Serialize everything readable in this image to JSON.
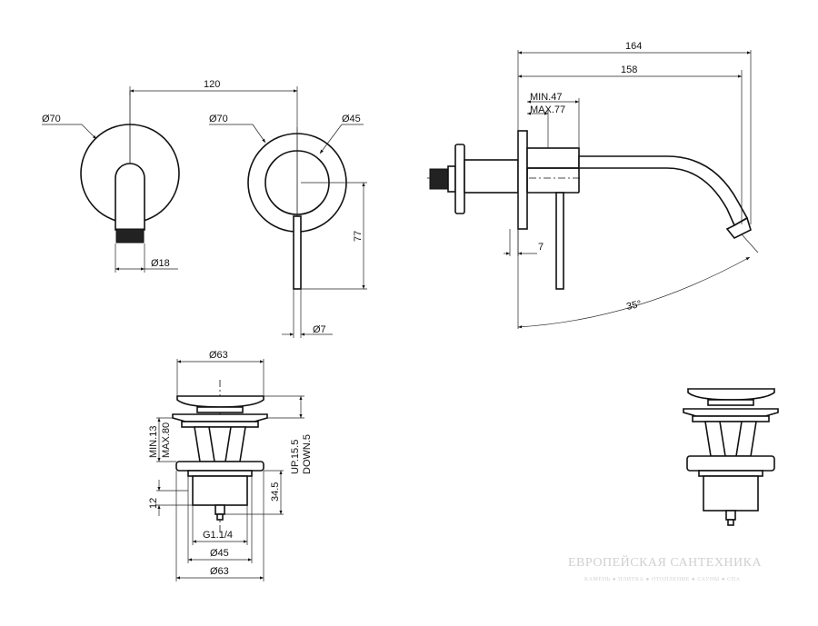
{
  "labels": {
    "width_120": "120",
    "dia70_left": "Ø70",
    "dia18": "Ø18",
    "dia70_mid": "Ø70",
    "dia45_mid": "Ø45",
    "height_77": "77",
    "dia7": "Ø7",
    "len164": "164",
    "len158": "158",
    "min47": "MIN.47",
    "max77": "MAX.77",
    "dim7_side": "7",
    "angle35": "35°",
    "dia63_top": "Ø63",
    "min13": "MIN.13",
    "max80": "MAX.80",
    "up15": "UP.15.5",
    "down5": "DOWN.5",
    "h34": "34.5",
    "h12": "12",
    "thread": "G1.1/4",
    "dia45_bot": "Ø45",
    "dia63_bot": "Ø63"
  },
  "watermark": {
    "line1": "ЕВРОПЕЙСКАЯ САНТЕХНИКА",
    "line2": "КАМЕНЬ ● ПЛИТКА ● ОТОПЛЕНИЕ ● САУНЫ ● СПА"
  }
}
